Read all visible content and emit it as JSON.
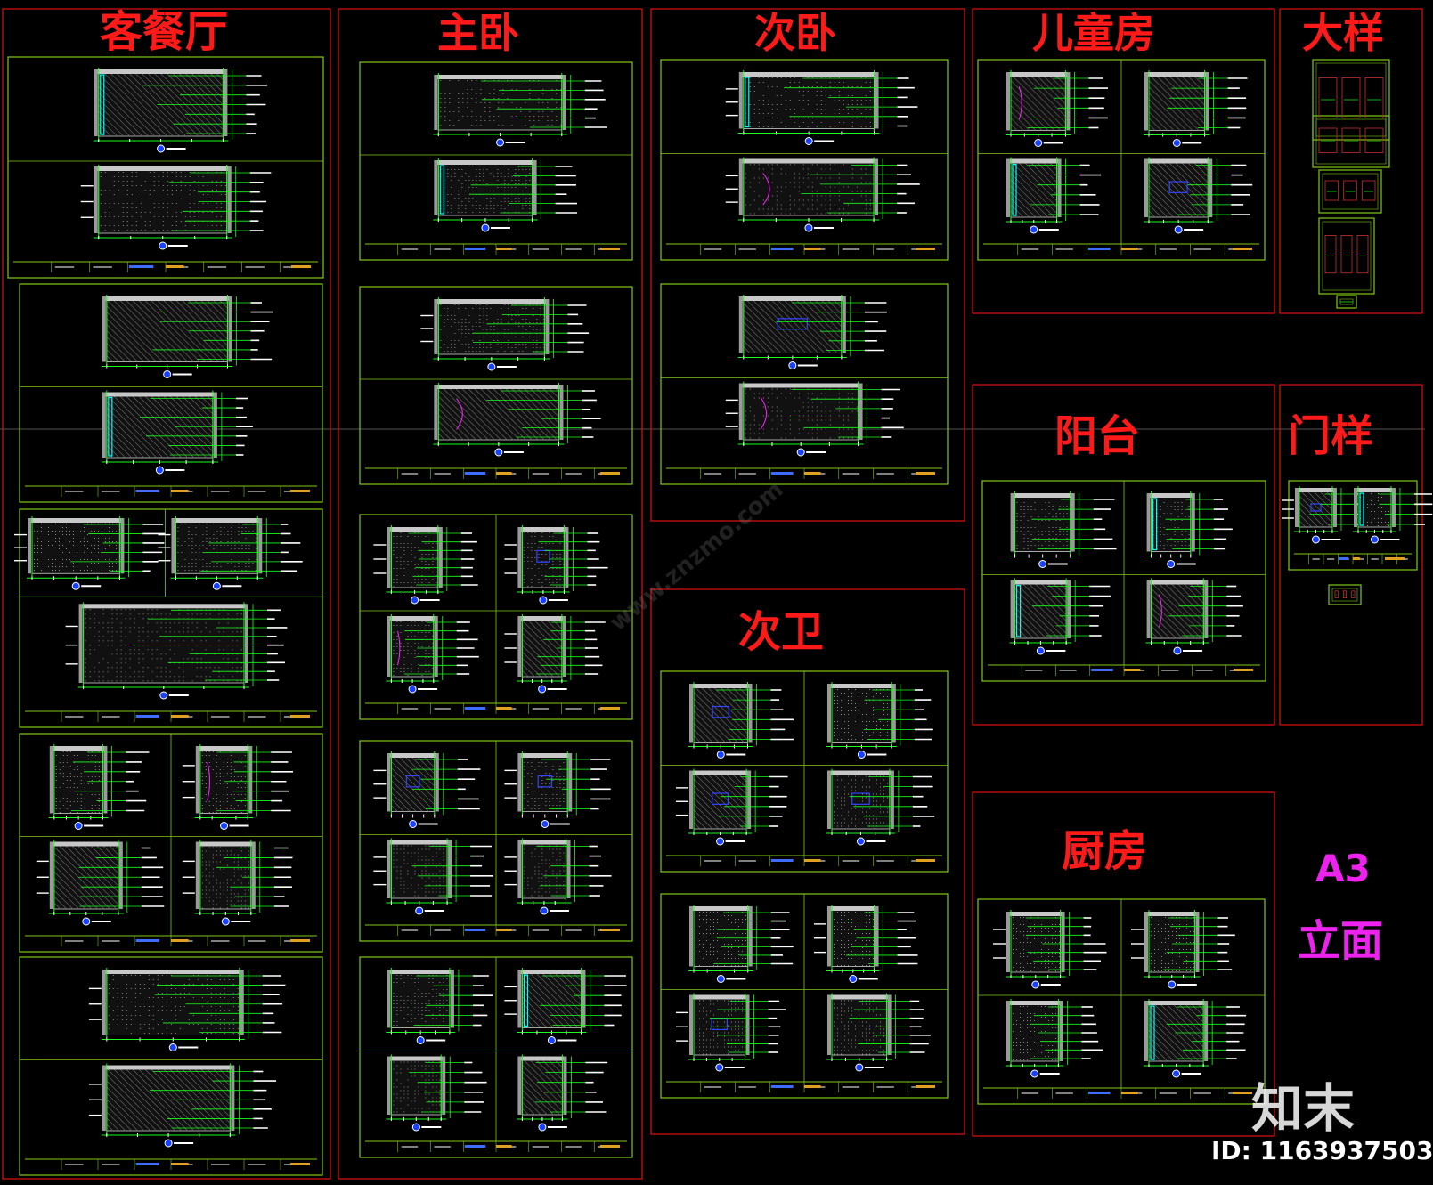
{
  "colors": {
    "background": "#000000",
    "section_border": "#e01010",
    "sheet_border": "#7ec818",
    "title_red": "#ff1a1a",
    "title_magenta": "#ee22ee",
    "dim_green": "#19ff19",
    "hatch_gray": "#a8a8a8",
    "accent_cyan": "#00ffff",
    "accent_magenta": "#ff22ff",
    "accent_blue": "#3344ff"
  },
  "sections": [
    {
      "id": "living-dining",
      "title": "客餐厅"
    },
    {
      "id": "master-bedroom",
      "title": "主卧"
    },
    {
      "id": "second-bedroom",
      "title": "次卧"
    },
    {
      "id": "kids-room",
      "title": "儿童房"
    },
    {
      "id": "details",
      "title": "大样"
    },
    {
      "id": "balcony",
      "title": "阳台"
    },
    {
      "id": "door-samples",
      "title": "门样"
    },
    {
      "id": "second-bathroom",
      "title": "次卫"
    },
    {
      "id": "kitchen",
      "title": "厨房"
    }
  ],
  "note": {
    "line1": "A3",
    "line2": "立面"
  },
  "watermark": {
    "logo": "知末",
    "id_text": "ID: 1163937503",
    "url_text": "www.znzmo.com"
  }
}
